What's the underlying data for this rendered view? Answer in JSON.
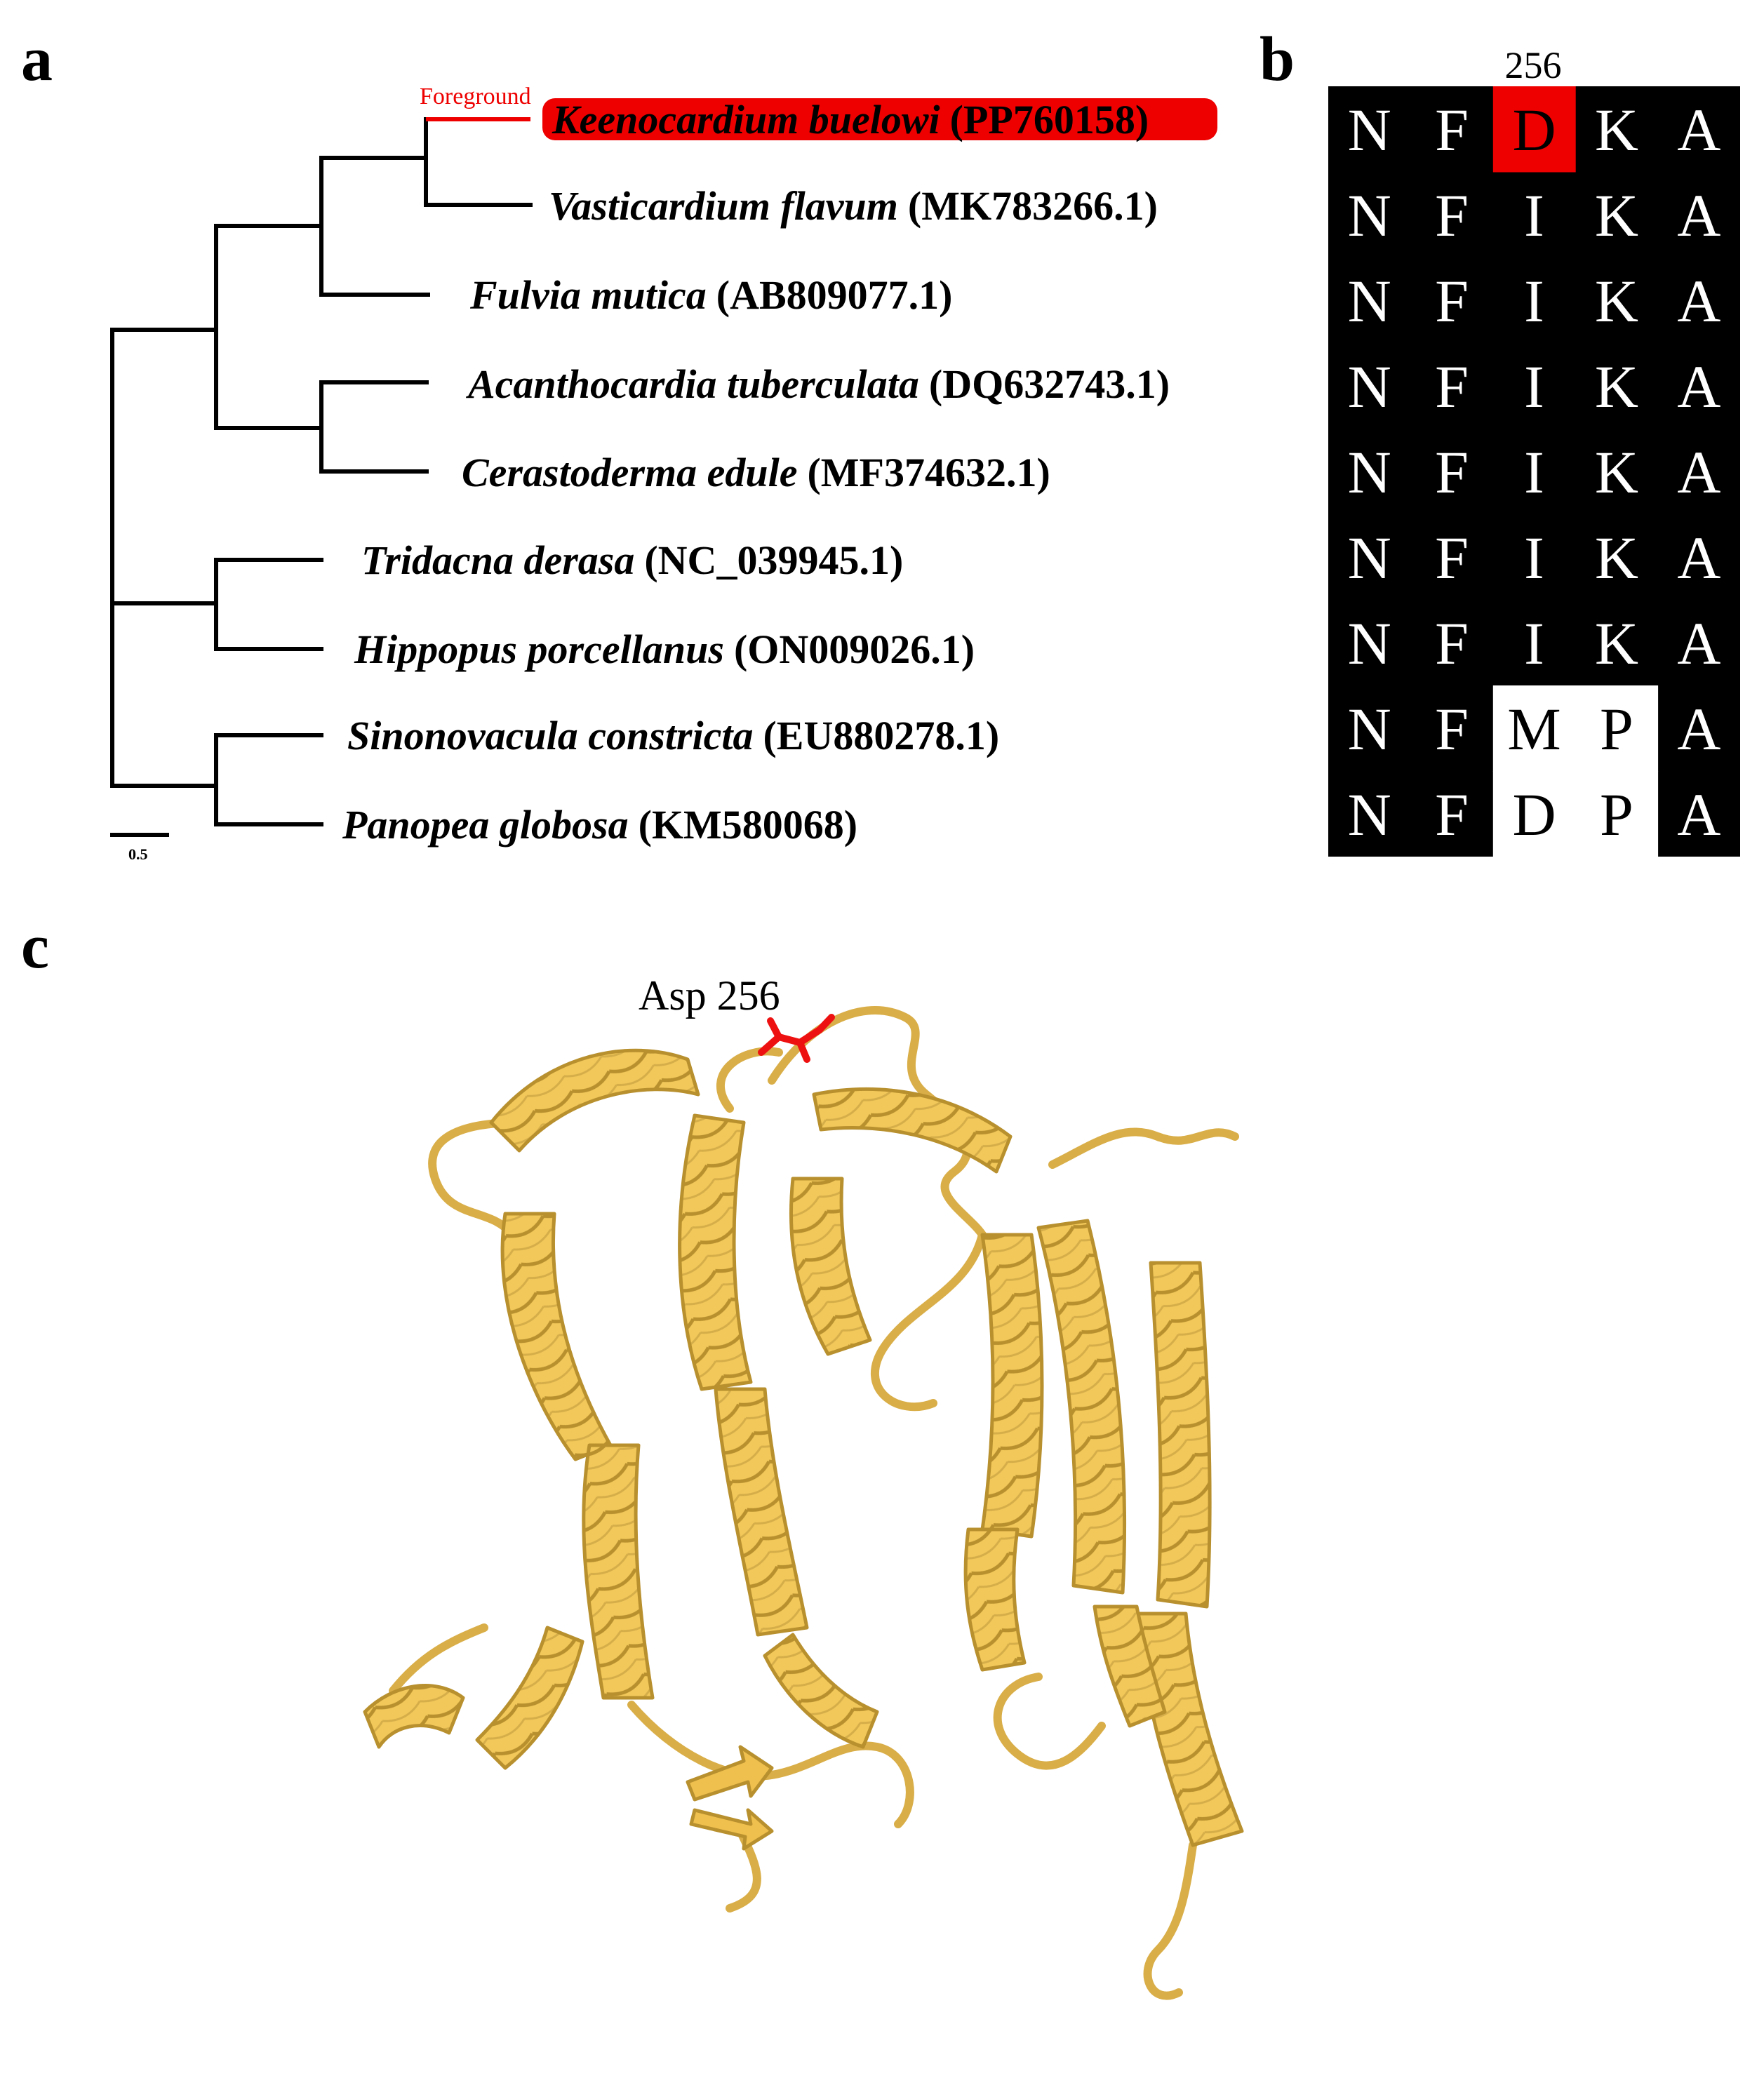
{
  "panels": {
    "a": "a",
    "b": "b",
    "c": "c"
  },
  "colors": {
    "highlight": "#ee0000",
    "helix_fill": "#f2c85a",
    "helix_stroke": "#b8902e",
    "residue_red": "#ee1111"
  },
  "tree": {
    "foreground_label": "Foreground",
    "scale_label": "0.5",
    "taxa": [
      {
        "species": "Keenocardium buelowi",
        "accession": "(PP760158)",
        "highlight": true
      },
      {
        "species": "Vasticardium flavum",
        "accession": "(MK783266.1)"
      },
      {
        "species": "Fulvia mutica",
        "accession": "(AB809077.1)"
      },
      {
        "species": "Acanthocardia tuberculata",
        "accession": "(DQ632743.1)"
      },
      {
        "species": "Cerastoderma edule",
        "accession": "(MF374632.1)"
      },
      {
        "species": "Tridacna derasa",
        "accession": "(NC_039945.1)"
      },
      {
        "species": "Hippopus porcellanus",
        "accession": "(ON009026.1)"
      },
      {
        "species": "Sinonovacula constricta",
        "accession": "(EU880278.1)"
      },
      {
        "species": "Panopea globosa",
        "accession": "(KM580068)"
      }
    ]
  },
  "alignment": {
    "position_label": "256",
    "rows": [
      [
        "N",
        "F",
        "D",
        "K",
        "A"
      ],
      [
        "N",
        "F",
        "I",
        "K",
        "A"
      ],
      [
        "N",
        "F",
        "I",
        "K",
        "A"
      ],
      [
        "N",
        "F",
        "I",
        "K",
        "A"
      ],
      [
        "N",
        "F",
        "I",
        "K",
        "A"
      ],
      [
        "N",
        "F",
        "I",
        "K",
        "A"
      ],
      [
        "N",
        "F",
        "I",
        "K",
        "A"
      ],
      [
        "N",
        "F",
        "M",
        "P",
        "A"
      ],
      [
        "N",
        "F",
        "D",
        "P",
        "A"
      ]
    ]
  },
  "structure": {
    "residue_label": "Asp 256"
  }
}
